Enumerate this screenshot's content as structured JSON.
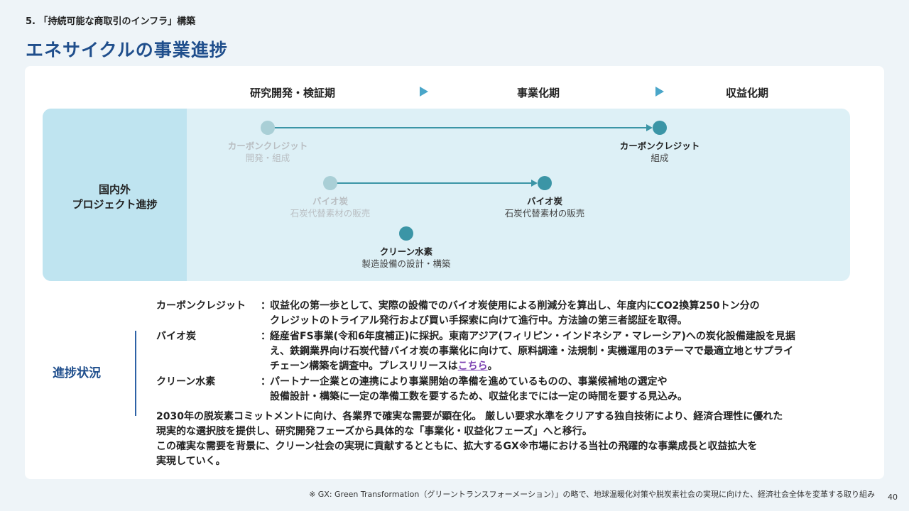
{
  "header": {
    "section": "5. 「持続可能な商取引のインフラ」構築",
    "title": "エネサイクルの事業進捗"
  },
  "phases": [
    "研究開発・検証期",
    "事業化期",
    "収益化期"
  ],
  "band": {
    "label_line1": "国内外",
    "label_line2": "プロジェクト進捗"
  },
  "milestones": {
    "carbon_start": {
      "title": "カーボンクレジット",
      "sub": "開発・組成"
    },
    "carbon_end": {
      "title": "カーボンクレジット",
      "sub": "組成"
    },
    "biochar_start": {
      "title": "バイオ炭",
      "sub": "石炭代替素材の販売"
    },
    "biochar_end": {
      "title": "バイオ炭",
      "sub": "石炭代替素材の販売"
    },
    "hydrogen": {
      "title": "クリーン水素",
      "sub": "製造設備の設計・構築"
    }
  },
  "status": {
    "label": "進捗状況",
    "items": [
      {
        "term": "カーボンクレジット",
        "colon": "：",
        "lines": [
          "収益化の第一歩として、実際の設備でのバイオ炭使用による削減分を算出し、年度内にCO2換算250トン分の",
          "クレジットのトライアル発行および買い手探索に向けて進行中。方法論の第三者認証を取得。"
        ]
      },
      {
        "term": "バイオ炭",
        "colon": "：",
        "lines": [
          "経産省FS事業(令和6年度補正)に採択。東南アジア(フィリピン・インドネシア・マレーシア)への炭化設備建設を見据",
          "え、鉄鋼業界向け石炭代替バイオ炭の事業化に向けて、原料調達・法規制・実機運用の3テーマで最適立地とサプライ"
        ],
        "line3_prefix": "チェーン構築を調査中。プレスリリースは",
        "link": "こちら",
        "line3_suffix": "。"
      },
      {
        "term": "クリーン水素",
        "colon": "：",
        "lines": [
          "パートナー企業との連携により事業開始の準備を進めているものの、事業候補地の選定や",
          "設備設計・構築に一定の準備工数を要するため、収益化までには一定の時間を要する見込み。"
        ]
      }
    ],
    "summary": [
      "2030年の脱炭素コミットメントに向け、各業界で確実な需要が顕在化。 厳しい要求水準をクリアする独自技術により、経済合理性に優れた",
      "現実的な選択肢を提供し、研究開発フェーズから具体的な「事業化・収益化フェーズ」へと移行。",
      "この確実な需要を背景に、クリーン社会の実現に貢献するとともに、拡大するGX※市場における当社の飛躍的な事業成長と収益拡大を",
      "実現していく。"
    ]
  },
  "footnote": "※ GX: Green Transformation（グリーントランスフォーメーション）」の略で、地球温暖化対策や脱炭素社会の実現に向けた、経済社会全体を変革する取り組み",
  "page_number": "40",
  "colors": {
    "accent": "#1f4e8c",
    "teal": "#3b95a6",
    "teal_light": "#a9cfd6",
    "band": "#ddf0f6",
    "band_label": "#bfe4f0",
    "link": "#7a3fb0"
  }
}
